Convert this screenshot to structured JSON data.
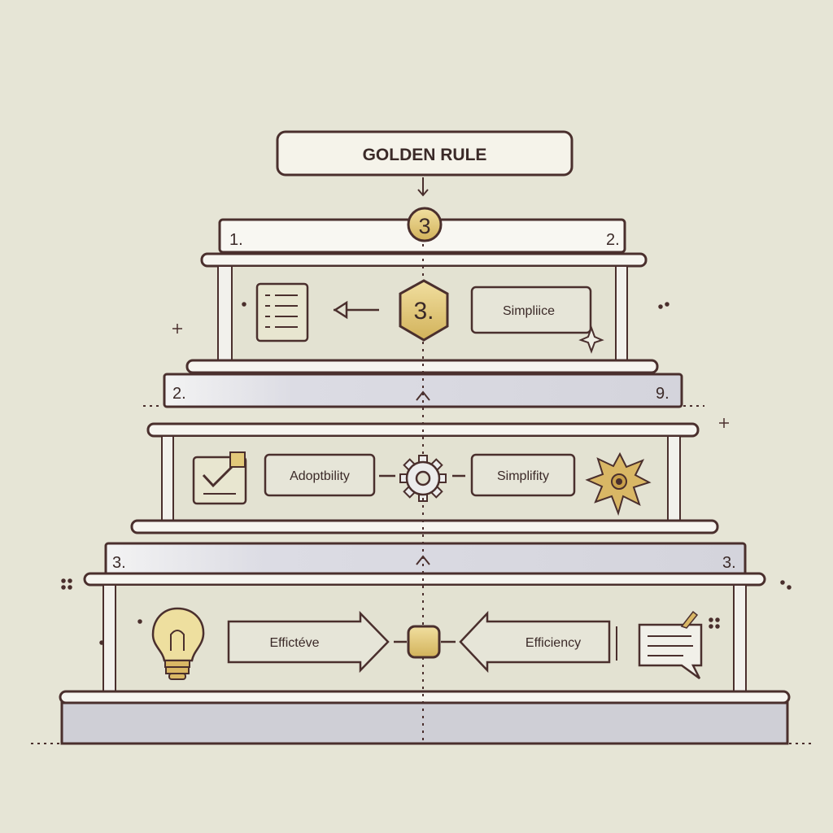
{
  "title": "GOLDEN RULE",
  "levels": [
    {
      "left_number": "1.",
      "right_number": "2.",
      "center_badge": "3",
      "hex_badge": "3.",
      "right_box": "Simpliice"
    },
    {
      "left_number": "2.",
      "right_number": "9.",
      "left_box": "Adoptbility",
      "right_box": "Simplifity"
    },
    {
      "left_number": "3.",
      "right_number": "3.",
      "left_arrow": "Effictéve",
      "right_arrow": "Efficiency"
    }
  ],
  "colors": {
    "background": "#e6e5d6",
    "outline": "#4a2f2d",
    "gold": "#e2c97a",
    "panel": "#e3e2d2",
    "shelf": "#f6f5f0",
    "base": "#cfcfd6"
  },
  "icons": [
    "checklist-icon",
    "checkbox-icon",
    "gear-icon",
    "sun-gear-icon",
    "lightbulb-icon",
    "speech-bubble-icon",
    "sparkle-icon"
  ]
}
